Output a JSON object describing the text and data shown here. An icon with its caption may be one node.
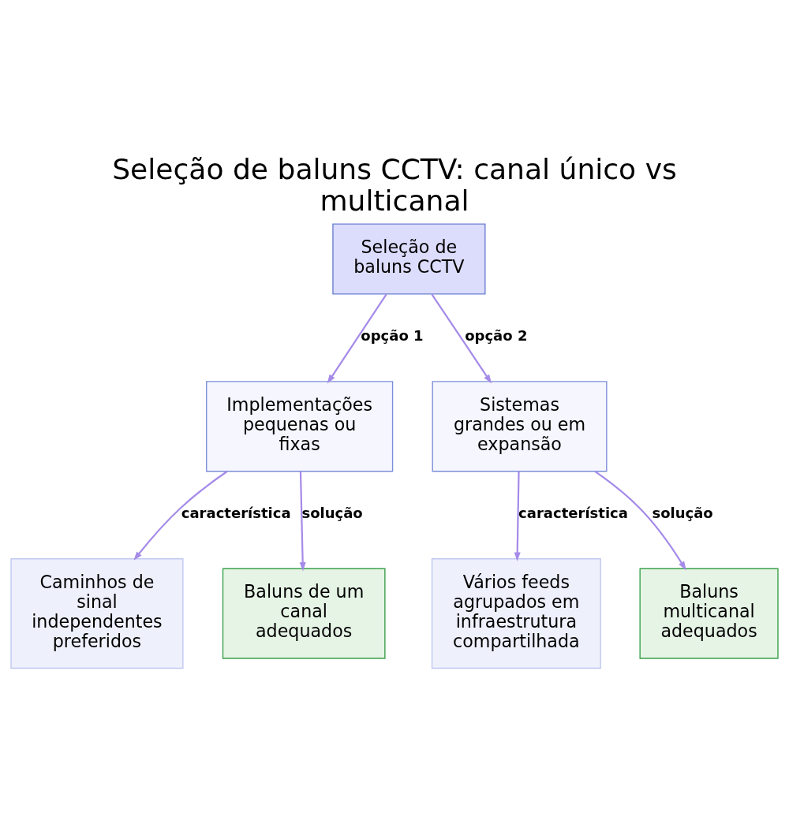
{
  "diagram": {
    "title": "Seleção de baluns CCTV: canal único vs multicanal",
    "nodes": [
      {
        "text": [
          "Seleção de baluns CCTV"
        ]
      },
      {
        "text": [
          "Implementações pequenas ou fixas"
        ]
      },
      {
        "text": [
          "Sistemas grandes ou em expansão"
        ]
      },
      {
        "text": [
          "Caminhos de sinal independentes preferidos"
        ]
      },
      {
        "text": [
          "Baluns de um canal adequados"
        ]
      },
      {
        "text": [
          "Vários feeds agrupados em infraestrutura compartilhada"
        ]
      },
      {
        "text": [
          "Baluns multicanal adequados"
        ]
      }
    ],
    "edges": [
      {
        "from": 0,
        "to": 1,
        "arrow": "to",
        "label": "opção 1"
      },
      {
        "from": 0,
        "to": 2,
        "arrow": "to",
        "label": "opção 2"
      },
      {
        "from": 1,
        "to": 3,
        "arrow": "to",
        "label": "característica"
      },
      {
        "from": 1,
        "to": 4,
        "arrow": "to",
        "label": "solução"
      },
      {
        "from": 2,
        "to": 5,
        "arrow": "to",
        "label": "característica"
      },
      {
        "from": 2,
        "to": 6,
        "arrow": "to",
        "label": "solução"
      }
    ]
  }
}
